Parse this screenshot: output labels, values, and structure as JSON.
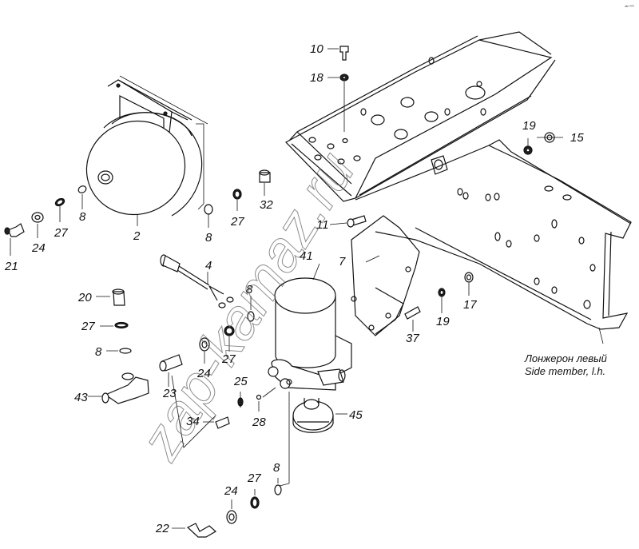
{
  "diagram": {
    "type": "exploded-parts-view",
    "corner_mark": "ᵃᴹ ⁰⁰⁰",
    "watermark": "zap-kamaz.ru",
    "note": {
      "line1": "Лонжерон левый",
      "line2": "Side member, l.h."
    },
    "callouts": [
      {
        "id": "c10",
        "number": "10",
        "part": "bolt"
      },
      {
        "id": "c18",
        "number": "18",
        "part": "washer"
      },
      {
        "id": "c19a",
        "number": "19",
        "part": "washer"
      },
      {
        "id": "c15",
        "number": "15",
        "part": "nut"
      },
      {
        "id": "c2",
        "number": "2",
        "part": "air receiver"
      },
      {
        "id": "c8a",
        "number": "8",
        "part": "sealing ring"
      },
      {
        "id": "c27a",
        "number": "27",
        "part": "o-ring"
      },
      {
        "id": "c24a",
        "number": "24",
        "part": "nut"
      },
      {
        "id": "c21",
        "number": "21",
        "part": "elbow fitting"
      },
      {
        "id": "c8b",
        "number": "8",
        "part": "sealing ring"
      },
      {
        "id": "c27b",
        "number": "27",
        "part": "o-ring"
      },
      {
        "id": "c32",
        "number": "32",
        "part": "plug"
      },
      {
        "id": "c11",
        "number": "11",
        "part": "bolt"
      },
      {
        "id": "c4",
        "number": "4",
        "part": "heater cable"
      },
      {
        "id": "c41",
        "number": "41",
        "part": "air dryer"
      },
      {
        "id": "c7",
        "number": "7",
        "part": "bracket"
      },
      {
        "id": "c20",
        "number": "20",
        "part": "fitting"
      },
      {
        "id": "c8c",
        "number": "8",
        "part": "sealing ring"
      },
      {
        "id": "c19b",
        "number": "19",
        "part": "washer"
      },
      {
        "id": "c17",
        "number": "17",
        "part": "nut"
      },
      {
        "id": "c27c",
        "number": "27",
        "part": "o-ring"
      },
      {
        "id": "c8d",
        "number": "8",
        "part": "sealing ring"
      },
      {
        "id": "c37",
        "number": "37",
        "part": "stud"
      },
      {
        "id": "c27d",
        "number": "27",
        "part": "o-ring"
      },
      {
        "id": "c24b",
        "number": "24",
        "part": "nut"
      },
      {
        "id": "c43",
        "number": "43",
        "part": "valve"
      },
      {
        "id": "c23",
        "number": "23",
        "part": "fitting"
      },
      {
        "id": "c25",
        "number": "25",
        "part": "ring"
      },
      {
        "id": "c34",
        "number": "34",
        "part": "fitting"
      },
      {
        "id": "c28",
        "number": "28",
        "part": "washer"
      },
      {
        "id": "c45",
        "number": "45",
        "part": "silencer"
      },
      {
        "id": "c8e",
        "number": "8",
        "part": "sealing ring"
      },
      {
        "id": "c27e",
        "number": "27",
        "part": "o-ring"
      },
      {
        "id": "c24c",
        "number": "24",
        "part": "nut"
      },
      {
        "id": "c22",
        "number": "22",
        "part": "elbow fitting"
      }
    ]
  }
}
